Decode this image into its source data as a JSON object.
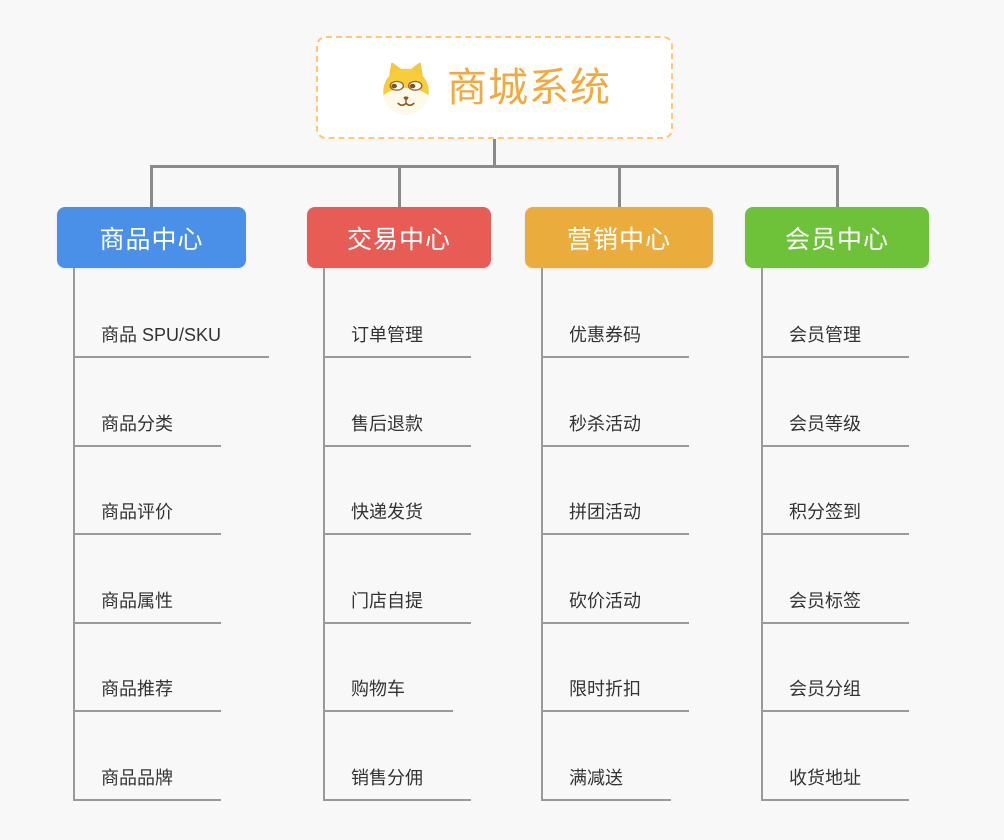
{
  "page": {
    "background_color": "#f8f8f8",
    "connector_color": "#8a8a8a",
    "leaf_line_color": "#9a9a9a",
    "leaf_text_color": "#333333"
  },
  "root": {
    "title": "商城系统",
    "title_color": "#F2A93E",
    "border_color": "#FFC776",
    "icon": "shiba-dog-icon"
  },
  "branches": [
    {
      "label": "商品中心",
      "color": "#4A90E8",
      "children": [
        "商品 SPU/SKU",
        "商品分类",
        "商品评价",
        "商品属性",
        "商品推荐",
        "商品品牌"
      ]
    },
    {
      "label": "交易中心",
      "color": "#E85C56",
      "children": [
        "订单管理",
        "售后退款",
        "快递发货",
        "门店自提",
        "购物车",
        "销售分佣"
      ]
    },
    {
      "label": "营销中心",
      "color": "#EBAC3E",
      "children": [
        "优惠券码",
        "秒杀活动",
        "拼团活动",
        "砍价活动",
        "限时折扣",
        "满减送"
      ]
    },
    {
      "label": "会员中心",
      "color": "#6EC23A",
      "children": [
        "会员管理",
        "会员等级",
        "积分签到",
        "会员标签",
        "会员分组",
        "收货地址"
      ]
    }
  ]
}
